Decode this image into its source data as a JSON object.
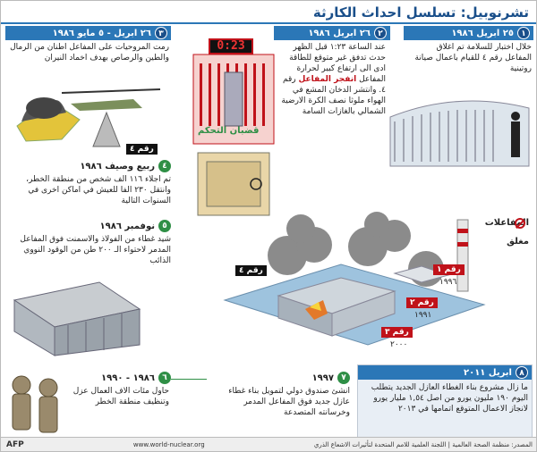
{
  "title": {
    "prefix": "تشرنوبيل:",
    "main": " تسلسل احداث الكارثة"
  },
  "events": {
    "e1": {
      "num": "١",
      "date": "٢٥ ابريل ١٩٨٦",
      "text": "خلال اختبار للسلامة تم اغلاق المفاعل رقم ٤ للقيام باعمال صيانة روتينية"
    },
    "e2": {
      "num": "٢",
      "date": "٢٦ ابريل ١٩٨٦",
      "text1": "عند الساعة ١:٢٣ قبل الظهر حدث تدفق غير متوقع للطاقة ادى الى ارتفاع كبير لحرارة المفاعل",
      "text_red": "انفجر المفاعل",
      "text2": "رقم ٤. وانتشر الدخان المشع في الهواء ملوثا نصف الكرة الارضية الشمالي بالغازات السامة"
    },
    "e3": {
      "num": "٣",
      "date": "٢٦ ابريل - ٥ مايو ١٩٨٦",
      "text": "رمت المروحيات على المفاعل اطنان من الرمال والطين والرصاص بهدف اخماد النيران"
    },
    "e4": {
      "num": "٤",
      "date": "ربيع وصيف ١٩٨٦",
      "text": "تم اجلاء ١١٦ الف شخص من منطقة الخطر، وانتقل ٢٣٠ الفا للعيش في اماكن اخرى في السنوات التالية"
    },
    "e5": {
      "num": "٥",
      "date": "نوفمبر ١٩٨٦",
      "text": "شيد غطاء من الفولاذ والاسمنت فوق المفاعل المدمر لاحتواء الـ ٢٠٠ طن من الوقود النووي الذائب"
    },
    "e6": {
      "num": "٦",
      "date": "١٩٨٦ - ١٩٩٠",
      "text": "حاول مئات الاف العمال عزل وتنظيف منطقة الخطر"
    },
    "e7": {
      "num": "٧",
      "date": "١٩٩٧",
      "text": "انشئ صندوق دولي لتمويل بناء غطاء عازل جديد فوق المفاعل المدمر وخرسانته المتصدعة"
    },
    "e8": {
      "num": "٨",
      "date": "ابريل ٢٠١١",
      "text": "ما زال مشروع بناء الغطاء العازل الجديد يتطلب اليوم ١٩٠ مليون يورو من اصل ١,٥٤ مليار يورو لانجاز الاعمال المتوقع اتمامها في ٢٠١٣"
    }
  },
  "clock": "0:23",
  "control_rods_label": "قضبان التحكم",
  "labels": {
    "rakm4_heli": "رقم ٤",
    "rakm4_main": "رقم ٤",
    "rakm1": "رقم ١",
    "rakm2": "رقم ٢",
    "rakm3": "رقم ٣",
    "y1": "١٩٩٦",
    "y2": "١٩٩١",
    "y3": "٢٠٠٠"
  },
  "legend": {
    "title": "المفاعلات",
    "closed": "مغلق"
  },
  "footer": {
    "afp": "AFP",
    "url": "www.world-nuclear.org",
    "sources": "منظمة الصحة العالمية | اللجنة العلمية للامم المتحدة لتأثيرات الاشعاع الذري",
    "source_label": "المصدر:"
  },
  "colors": {
    "blue": "#2b77b7",
    "red": "#c0121a",
    "green": "#2f8f46"
  }
}
